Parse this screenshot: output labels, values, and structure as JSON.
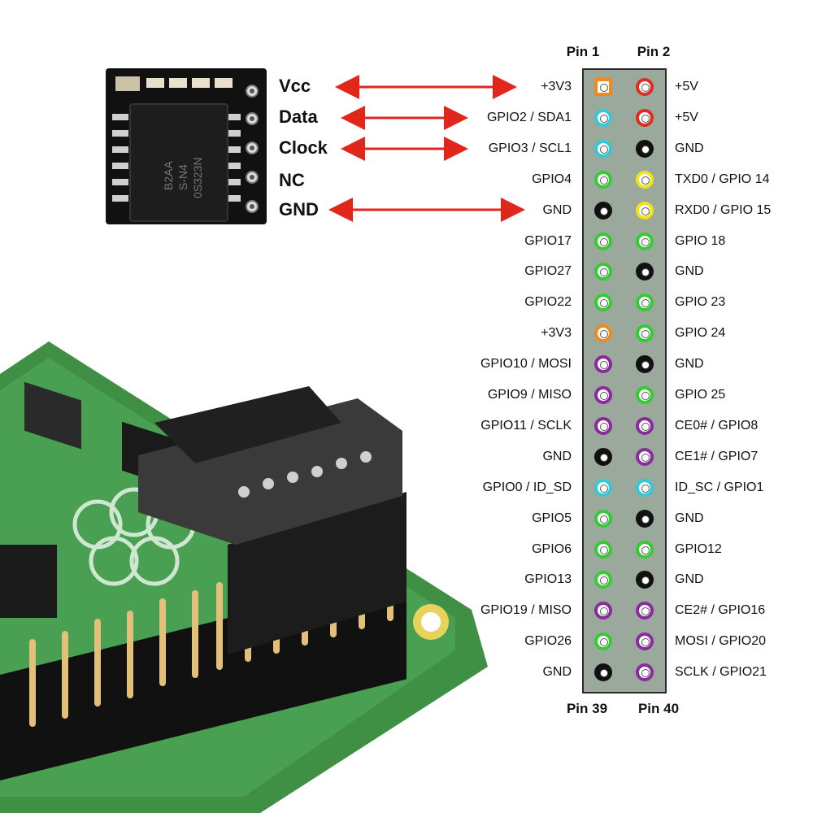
{
  "header": {
    "pin1_label": "Pin 1",
    "pin2_label": "Pin 2",
    "pin39_label": "Pin 39",
    "pin40_label": "Pin 40"
  },
  "module": {
    "chip_text_1": "0S323N",
    "chip_text_2": "S-N4",
    "chip_text_3": "B2AA"
  },
  "signals": [
    {
      "label": "Vcc",
      "target": "+3V3"
    },
    {
      "label": "Data",
      "target": "GPIO2 / SDA1"
    },
    {
      "label": "Clock",
      "target": "GPIO3 / SCL1"
    },
    {
      "label": "NC",
      "target": ""
    },
    {
      "label": "GND",
      "target": "GND"
    }
  ],
  "colors": {
    "arrow": "#e1261c",
    "power_3v3": "#f08a1c",
    "power_5v": "#e02a22",
    "ground": "#111111",
    "gpio": "#33cc33",
    "i2c": "#33c9d8",
    "uart": "#f2e21a",
    "spi": "#8a2a9e",
    "header_bg": "#9aa99c"
  },
  "pins": [
    {
      "left": "+3V3",
      "left_type": "power_3v3",
      "right": "+5V",
      "right_type": "power_5v"
    },
    {
      "left": "GPIO2 / SDA1",
      "left_type": "i2c",
      "right": "+5V",
      "right_type": "power_5v"
    },
    {
      "left": "GPIO3 / SCL1",
      "left_type": "i2c",
      "right": "GND",
      "right_type": "ground"
    },
    {
      "left": "GPIO4",
      "left_type": "gpio",
      "right": "TXD0 / GPIO 14",
      "right_type": "uart"
    },
    {
      "left": "GND",
      "left_type": "ground",
      "right": "RXD0 / GPIO 15",
      "right_type": "uart"
    },
    {
      "left": "GPIO17",
      "left_type": "gpio",
      "right": "GPIO 18",
      "right_type": "gpio"
    },
    {
      "left": "GPIO27",
      "left_type": "gpio",
      "right": "GND",
      "right_type": "ground"
    },
    {
      "left": "GPIO22",
      "left_type": "gpio",
      "right": "GPIO 23",
      "right_type": "gpio"
    },
    {
      "left": "+3V3",
      "left_type": "power_3v3",
      "right": "GPIO 24",
      "right_type": "gpio"
    },
    {
      "left": "GPIO10 / MOSI",
      "left_type": "spi",
      "right": "GND",
      "right_type": "ground"
    },
    {
      "left": "GPIO9 / MISO",
      "left_type": "spi",
      "right": "GPIO 25",
      "right_type": "gpio"
    },
    {
      "left": "GPIO11 / SCLK",
      "left_type": "spi",
      "right": "CE0# / GPIO8",
      "right_type": "spi"
    },
    {
      "left": "GND",
      "left_type": "ground",
      "right": "CE1# / GPIO7",
      "right_type": "spi"
    },
    {
      "left": "GPIO0 / ID_SD",
      "left_type": "i2c",
      "right": "ID_SC / GPIO1",
      "right_type": "i2c"
    },
    {
      "left": "GPIO5",
      "left_type": "gpio",
      "right": "GND",
      "right_type": "ground"
    },
    {
      "left": "GPIO6",
      "left_type": "gpio",
      "right": "GPIO12",
      "right_type": "gpio"
    },
    {
      "left": "GPIO13",
      "left_type": "gpio",
      "right": "GND",
      "right_type": "ground"
    },
    {
      "left": "GPIO19 / MISO",
      "left_type": "spi",
      "right": "CE2# / GPIO16",
      "right_type": "spi"
    },
    {
      "left": "GPIO26",
      "left_type": "gpio",
      "right": "MOSI / GPIO20",
      "right_type": "spi"
    },
    {
      "left": "GND",
      "left_type": "ground",
      "right": "SCLK / GPIO21",
      "right_type": "spi"
    }
  ]
}
